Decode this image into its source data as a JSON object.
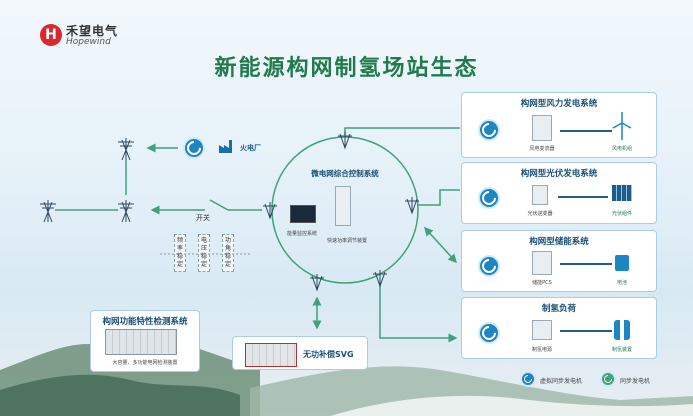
{
  "logo": {
    "mark": "H",
    "name_cn": "禾望电气",
    "name_en": "Hopewind"
  },
  "title": "新能源构网制氢场站生态",
  "center": {
    "label": "微电网综合控制系统",
    "sub_left": "能量监控系统",
    "sub_right": "快速功率调节装置"
  },
  "thermal": {
    "label": "火电厂"
  },
  "switch": {
    "label": "开关"
  },
  "stability": {
    "items": [
      "频率稳定",
      "电压稳定",
      "功角稳定"
    ]
  },
  "wind": {
    "title": "构网型风力发电系统",
    "conv": "风电变流器",
    "unit": "风电机组"
  },
  "pv": {
    "title": "构网型光伏发电系统",
    "conv": "光伏逆变器",
    "unit": "光伏组件"
  },
  "storage": {
    "title": "构网型储能系统",
    "conv": "储能PCS",
    "unit": "电池"
  },
  "hydrogen": {
    "title": "制氢负荷",
    "conv": "制氢电源",
    "unit": "制氢装置"
  },
  "testing": {
    "title": "构网功能特性检测系统",
    "sub": "大容量、多功能电网检测装置"
  },
  "svg": {
    "label": "无功补偿SVG"
  },
  "legend": {
    "virtual": "虚拟同步发电机",
    "sync": "同步发电机"
  },
  "colors": {
    "green": "#3ea27a",
    "blue": "#1b86c2",
    "title": "#1f7a4c"
  }
}
